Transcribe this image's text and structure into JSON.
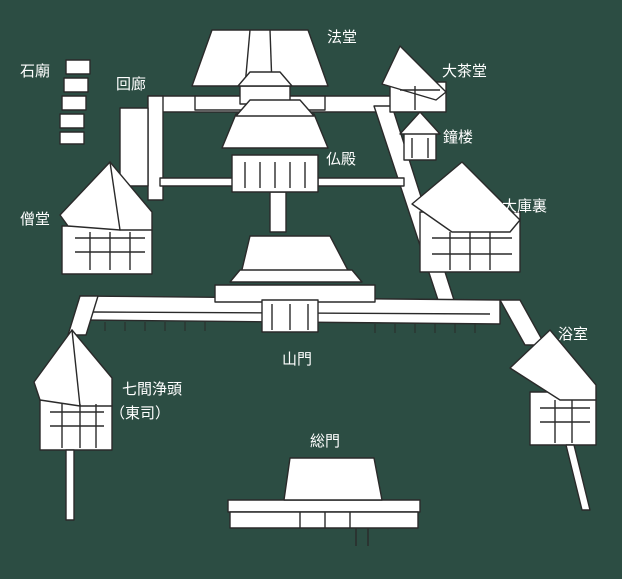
{
  "diagram": {
    "background_color": "#2c4d43",
    "building_fill": "#ffffff",
    "line_color": "#2a2a2a",
    "labels": {
      "hatto": "法堂",
      "sekibyo": "石廟",
      "kairo": "回廊",
      "daisado": "大茶堂",
      "shoro": "鐘楼",
      "butsuden": "仏殿",
      "sodo": "僧堂",
      "daikuri": "大庫裏",
      "yokushitsu": "浴室",
      "sanmon": "山門",
      "tosu": "七間浄頭",
      "tosu_sub": "（東司）",
      "somon": "総門"
    }
  }
}
